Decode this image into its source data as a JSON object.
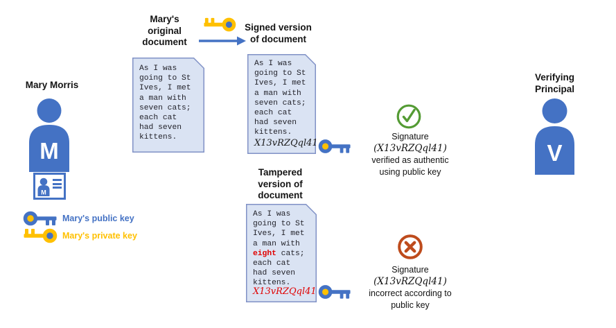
{
  "colors": {
    "accent_blue": "#4472C4",
    "accent_yellow": "#FFC000",
    "check_green": "#549B34",
    "cross_orange": "#BE4B1C",
    "doc_fill": "#DAE3F3",
    "doc_border": "#8091C6",
    "tamper_red": "#E00000"
  },
  "mary": {
    "name": "Mary Morris",
    "avatar_initial": "M",
    "id_card_initial": "M",
    "public_key_label": "Mary's public key",
    "private_key_label": "Mary's private key"
  },
  "verifier": {
    "name": "Verifying\nPrincipal",
    "avatar_initial": "V"
  },
  "doc_titles": {
    "original": "Mary's\noriginal\ndocument",
    "signed": "Signed version\nof document",
    "tampered": "Tampered\nversion of\ndocument"
  },
  "document_lines": [
    "As I was",
    "going to St",
    "Ives, I met",
    "a man with",
    "seven cats;",
    "each cat",
    "had seven",
    "kittens."
  ],
  "tampered_document": {
    "lines_top": [
      "As I was",
      "going to St",
      "Ives, I met",
      "a man with"
    ],
    "tampered_word": "eight",
    "tampered_line_rest": " cats;",
    "lines_bottom": [
      "each cat",
      "had seven",
      "kittens."
    ]
  },
  "signature": "X13vRZQql41",
  "icons": {
    "public_key": "public-key-icon",
    "private_key": "private-key-icon",
    "verified": "check-circle-icon",
    "rejected": "cross-circle-icon"
  },
  "results": {
    "verified": {
      "head": "Signature",
      "signature": "(X13vRZQql41)",
      "tail": "verified as authentic\nusing public key"
    },
    "rejected": {
      "head": "Signature",
      "signature": "(X13vRZQql41)",
      "tail": "incorrect according to\npublic key"
    }
  }
}
